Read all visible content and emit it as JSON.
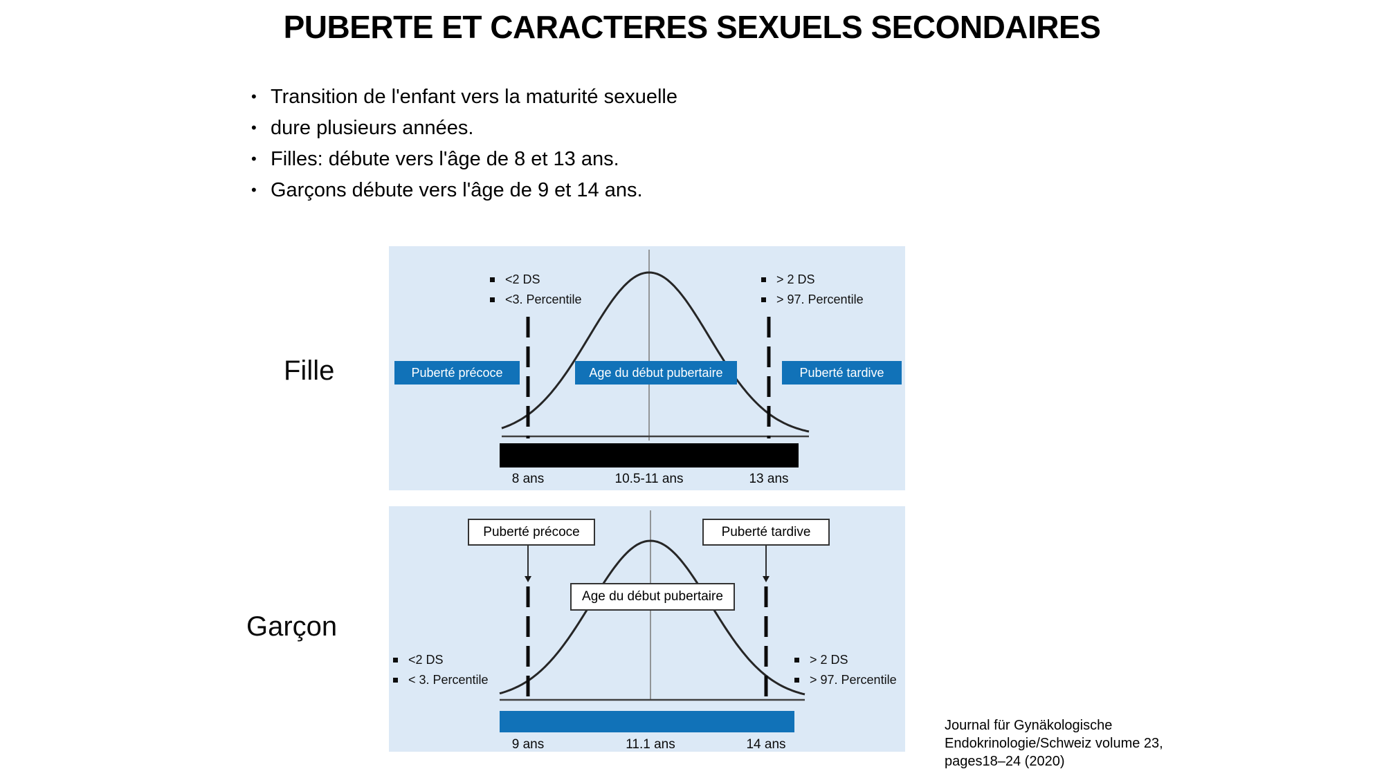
{
  "slide": {
    "title": "PUBERTE ET CARACTERES SEXUELS SECONDAIRES",
    "bullets": [
      "Transition de l'enfant vers la maturité sexuelle",
      "dure plusieurs années.",
      "Filles: débute vers l'âge de 8 et 13 ans.",
      "Garçons débute vers l'âge de 9 et 14 ans."
    ],
    "citation": {
      "line1": "Journal für Gynäkologische",
      "line2": "Endokrinologie/Schweiz volume 23,",
      "line3": "pages18–24 (2020)"
    }
  },
  "colors": {
    "panel_bg": "#dce9f6",
    "accent_blue": "#1172b8",
    "bar_black": "#000000",
    "curve": "#262626",
    "axis": "#404040",
    "center_line": "#808080",
    "dash": "#0b0b0b"
  },
  "fille": {
    "label": "Fille",
    "left_markers": [
      "<2 DS",
      "<3. Percentile"
    ],
    "right_markers": [
      "> 2 DS",
      "> 97. Percentile"
    ],
    "box_precoce": "Puberté précoce",
    "box_age": "Age du début pubertaire",
    "box_tardive": "Puberté tardive",
    "ages": {
      "early": "8 ans",
      "mean": "10.5-11 ans",
      "late": "13 ans"
    }
  },
  "garcon": {
    "label": "Garçon",
    "left_markers": [
      "<2 DS",
      "< 3. Percentile"
    ],
    "right_markers": [
      "> 2 DS",
      "> 97. Percentile"
    ],
    "box_precoce": "Puberté précoce",
    "box_age": "Age du début pubertaire",
    "box_tardive": "Puberté tardive",
    "ages": {
      "early": "9 ans",
      "mean": "11.1 ans",
      "late": "14 ans"
    }
  },
  "chart_data": [
    {
      "type": "area",
      "title": "Fille - Age du début pubertaire",
      "distribution": "normale (courbe de Gauss)",
      "mean_label": "10.5-11 ans",
      "mean_years": 10.75,
      "minus_2sd": {
        "label": "8 ans",
        "years": 8,
        "annotations": [
          "<2 DS",
          "<3. Percentile"
        ],
        "zone": "Puberté précoce"
      },
      "plus_2sd": {
        "label": "13 ans",
        "years": 13,
        "annotations": [
          "> 2 DS",
          "> 97. Percentile"
        ],
        "zone": "Puberté tardive"
      },
      "center_zone": "Age du début pubertaire",
      "range_bar_color": "#000000"
    },
    {
      "type": "area",
      "title": "Garçon - Age du début pubertaire",
      "distribution": "normale (courbe de Gauss)",
      "mean_label": "11.1 ans",
      "mean_years": 11.1,
      "minus_2sd": {
        "label": "9 ans",
        "years": 9,
        "annotations": [
          "<2 DS",
          "< 3. Percentile"
        ],
        "zone": "Puberté précoce"
      },
      "plus_2sd": {
        "label": "14 ans",
        "years": 14,
        "annotations": [
          "> 2 DS",
          "> 97. Percentile"
        ],
        "zone": "Puberté tardive"
      },
      "center_zone": "Age du début pubertaire",
      "range_bar_color": "#1172b8"
    }
  ]
}
